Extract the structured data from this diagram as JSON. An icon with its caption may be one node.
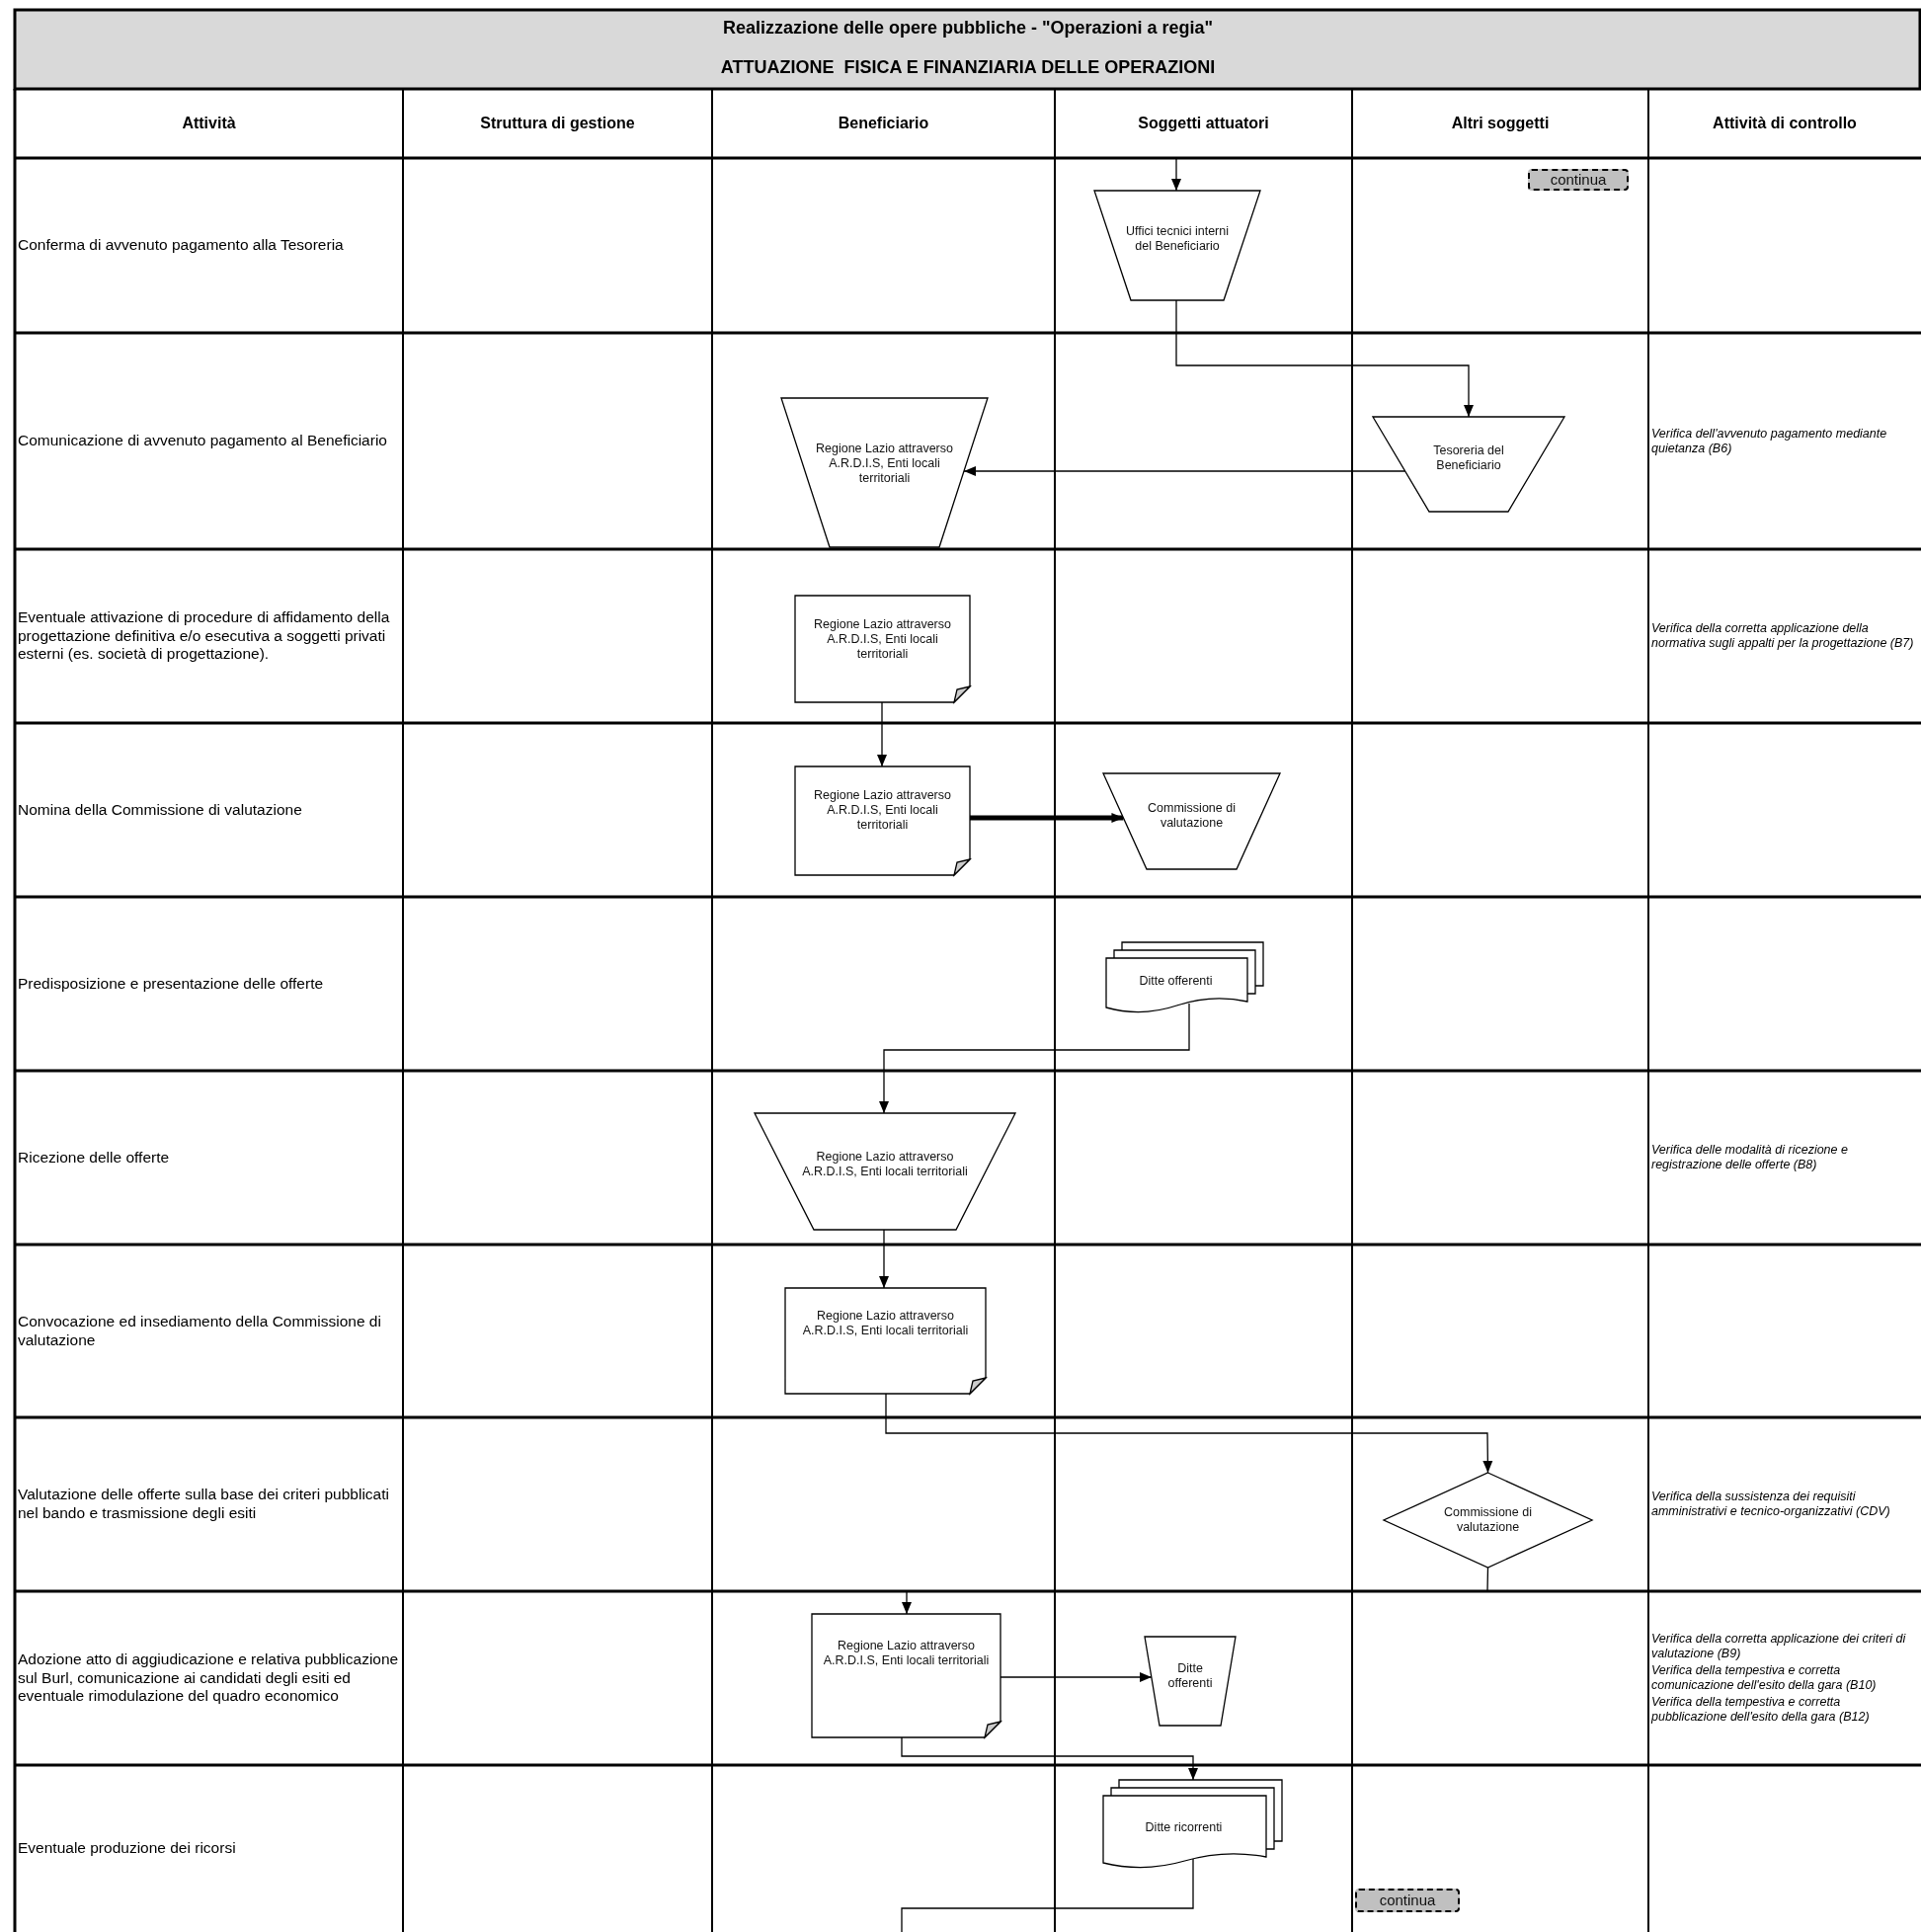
{
  "diagram": {
    "title": "Realizzazione delle opere pubbliche - \"Operazioni a regia\"",
    "nodes": [
      {
        "text": [
          "Uffici tecnici interni del Beneficiario"
        ]
      },
      {
        "text": [
          "continua"
        ]
      },
      {
        "text": [
          "Regione Lazio attraverso A.R.D.I.S, Enti locali territoriali"
        ]
      },
      {
        "text": [
          "Tesoreria del Beneficiario"
        ]
      },
      {
        "text": [
          "Regione Lazio attraverso A.R.D.I.S, Enti locali territoriali"
        ]
      },
      {
        "text": [
          "Regione Lazio attraverso A.R.D.I.S, Enti locali territoriali"
        ]
      },
      {
        "text": [
          "Commissione di valutazione"
        ]
      },
      {
        "text": [
          "Ditte offerenti"
        ]
      },
      {
        "text": [
          "Regione Lazio attraverso A.R.D.I.S, Enti locali territoriali"
        ]
      },
      {
        "text": [
          "Regione Lazio attraverso A.R.D.I.S, Enti locali territoriali"
        ]
      },
      {
        "text": [
          "Commissione di valutazione"
        ]
      },
      {
        "text": [
          "Regione Lazio attraverso A.R.D.I.S, Enti locali territoriali"
        ]
      },
      {
        "text": [
          "Ditte offerenti"
        ]
      },
      {
        "text": [
          "Ditte ricorrenti"
        ]
      },
      {
        "text": [
          "continua"
        ]
      }
    ],
    "edges": [
      {
        "from": null,
        "to": 0,
        "arrow": "to"
      },
      {
        "from": 0,
        "to": 3,
        "arrow": "to"
      },
      {
        "from": 3,
        "to": 2,
        "arrow": "to"
      },
      {
        "from": 4,
        "to": 5,
        "arrow": "to"
      },
      {
        "from": 5,
        "to": 6,
        "arrow": "to",
        "style": "thick"
      },
      {
        "from": 7,
        "to": 8,
        "arrow": "to"
      },
      {
        "from": 8,
        "to": 9,
        "arrow": "to"
      },
      {
        "from": 9,
        "to": 10,
        "arrow": "to"
      },
      {
        "from": 10,
        "to": 11,
        "arrow": "to"
      },
      {
        "from": 11,
        "to": 12,
        "arrow": "to"
      },
      {
        "from": 11,
        "to": 13,
        "arrow": "to"
      },
      {
        "from": 13,
        "to": null,
        "arrow": "none"
      }
    ],
    "labels": [
      "ATTUAZIONE  FISICA E FINANZIARIA DELLE OPERAZIONI",
      "Attività",
      "Struttura di gestione",
      "Beneficiario",
      "Soggetti attuatori",
      "Altri soggetti",
      "Attività di controllo",
      "Conferma di avvenuto pagamento alla Tesoreria",
      "Comunicazione di avvenuto pagamento al Beneficiario",
      "Verifica dell'avvenuto pagamento mediante quietanza (B6)",
      "Eventuale attivazione di procedure di affidamento della progettazione definitiva e/o esecutiva a soggetti privati esterni (es. società di progettazione).",
      "Verifica della corretta applicazione della normativa sugli appalti per la progettazione (B7)",
      "Nomina della Commissione di valutazione",
      "Predisposizione e presentazione delle offerte",
      "Ricezione delle offerte",
      "Verifica delle modalità di ricezione e registrazione delle offerte (B8)",
      "Convocazione ed insediamento della Commissione di valutazione",
      "Valutazione delle offerte sulla base dei criteri pubblicati nel bando e trasmissione degli esiti",
      "Verifica della sussistenza dei requisiti amministrativi e tecnico-organizzativi (CDV)",
      "Adozione atto di aggiudicazione e relativa pubblicazione sul Burl, comunicazione ai candidati degli esiti ed eventuale rimodulazione del quadro economico",
      "Verifica della corretta applicazione dei criteri di valutazione (B9)",
      "Verifica della tempestiva e corretta comunicazione dell'esito della gara (B10)",
      "Verifica della tempestiva e corretta pubblicazione dell'esito della gara (B12)",
      "Eventuale produzione dei ricorsi"
    ]
  }
}
